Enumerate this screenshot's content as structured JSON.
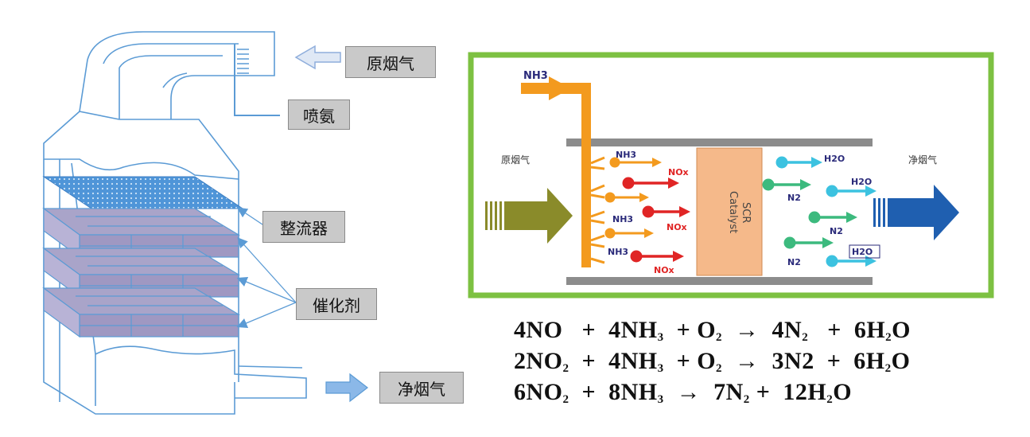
{
  "left_diagram": {
    "labels": {
      "raw_gas": "原烟气",
      "ammonia_injection": "喷氨",
      "flow_straightener": "整流器",
      "catalyst": "催化剂",
      "clean_gas": "净烟气"
    }
  },
  "right_diagram": {
    "nh3_inlet": "NH3",
    "raw_gas": "原烟气",
    "clean_gas": "净烟气",
    "catalyst_line1": "SCR",
    "catalyst_line2": "Catalyst",
    "nh3_a": "NH3",
    "nh3_b": "NH3",
    "nh3_c": "NH3",
    "nox_a": "NOx",
    "nox_b": "NOx",
    "nox_c": "NOx",
    "h2o_a": "H2O",
    "h2o_b": "H2O",
    "h2o_c": "H2O",
    "n2_a": "N2",
    "n2_b": "N2",
    "n2_c": "N2",
    "colors": {
      "frame": "#7dc142",
      "ammonia": "#f39a1e",
      "nox": "#e02525",
      "raw_gas_arrow": "#8a8b2a",
      "clean_gas_arrow": "#1f5fb0",
      "catalyst": "#f5b98a",
      "h2o": "#3cc2e0",
      "n2": "#3cba7e"
    }
  },
  "equations": [
    {
      "parts": [
        [
          "4NO   +  4NH",
          ""
        ],
        [
          "3",
          ""
        ],
        [
          "  + O",
          ""
        ],
        [
          "2",
          ""
        ],
        [
          "  →  4N",
          ""
        ],
        [
          "2",
          ""
        ],
        [
          "  +  6H",
          ""
        ],
        [
          "2",
          ""
        ],
        [
          "O",
          ""
        ]
      ]
    },
    {
      "parts": [
        [
          "2NO",
          ""
        ],
        [
          "2",
          ""
        ],
        [
          "  +  4NH",
          ""
        ],
        [
          "3",
          ""
        ],
        [
          "  + O",
          ""
        ],
        [
          "2",
          ""
        ],
        [
          "  →  3N2  +  6H",
          ""
        ],
        [
          "2",
          ""
        ],
        [
          "O",
          ""
        ]
      ]
    },
    {
      "parts": [
        [
          "6NO",
          ""
        ],
        [
          "2",
          ""
        ],
        [
          "  +  8NH",
          ""
        ],
        [
          "3",
          ""
        ],
        [
          "  →  7N",
          ""
        ],
        [
          "2",
          ""
        ],
        [
          "  +  12H",
          ""
        ],
        [
          "2",
          ""
        ],
        [
          "O",
          ""
        ]
      ]
    }
  ],
  "equation_texts": {
    "eq1": [
      "4NO   +  4NH",
      "3",
      "  + O",
      "2",
      "  →  4N",
      "2",
      "   +  6H",
      "2",
      "O"
    ],
    "eq2": [
      "2NO",
      "2",
      "  +  4NH",
      "3",
      "  + O",
      "2",
      "  →  3N2  +  6H",
      "2",
      "O"
    ],
    "eq3": [
      "6NO",
      "2",
      "  +  8NH",
      "3",
      "  →  7N",
      "2",
      " +  12H",
      "2",
      "O"
    ]
  }
}
